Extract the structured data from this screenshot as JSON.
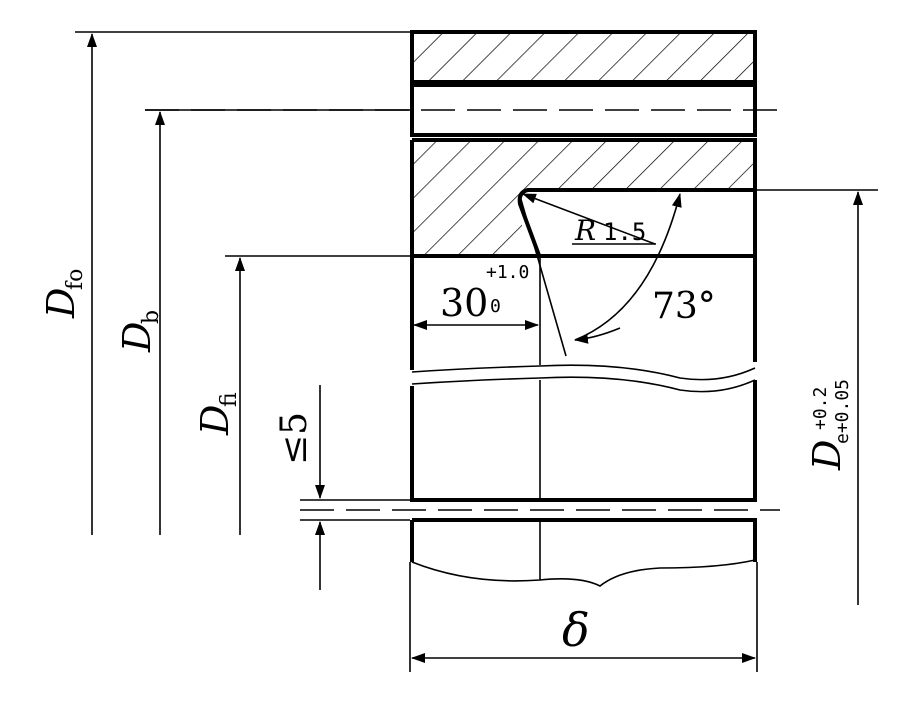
{
  "labels": {
    "d_fo_main": "D",
    "d_fo_sub": "fo",
    "d_b_main": "D",
    "d_b_sub": "b",
    "d_fi_main": "D",
    "d_fi_sub": "fi",
    "le5": "≤5",
    "width_30": "30",
    "tol_30_upper": "+1.0",
    "tol_30_lower": "0",
    "radius_r": "R",
    "radius_value": "1.5",
    "angle": "73°",
    "d_e_main": "D",
    "d_e_sub": "e+0.05",
    "d_e_upper": "+0.2",
    "delta": "δ"
  }
}
